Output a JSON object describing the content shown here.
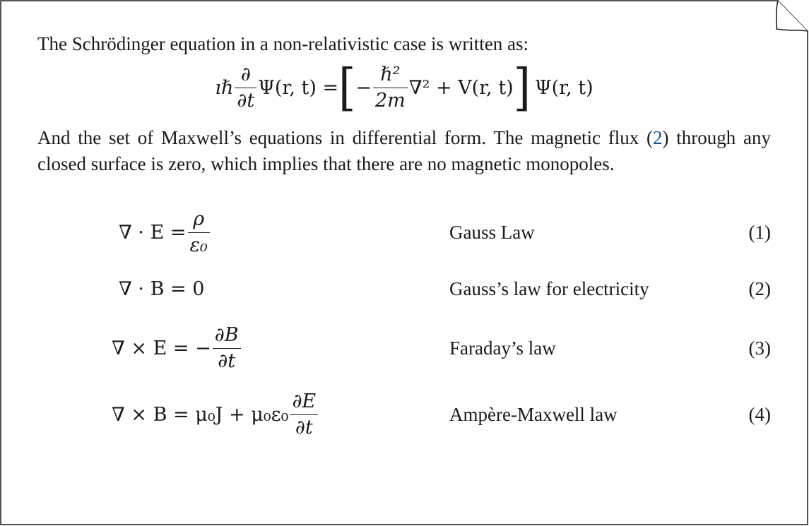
{
  "intro_text": "The Schrödinger equation in a non-relativistic case is written as:",
  "schrodinger": {
    "lhs_prefix": "ıℏ",
    "d_num": "∂",
    "d_den": "∂t",
    "psi_lhs": "Ψ(r, t) =",
    "hbar_sq": "ℏ²",
    "two_m": "2m",
    "minus": "−",
    "laplacian": "∇² + V(r, t)",
    "psi_rhs": "Ψ(r, t)"
  },
  "body_text_1": "And the set of Maxwell’s equations in differential form. The magnetic flux (",
  "body_ref": "2",
  "body_text_2": ") through any closed surface is zero, which implies that there are no magnetic monopoles.",
  "equations": [
    {
      "lhs": "∇ · E =",
      "num": "ρ",
      "den": "ε₀",
      "label": "Gauss Law",
      "number": "(1)"
    },
    {
      "lhs": "∇ · B = 0",
      "label": "Gauss’s law for electricity",
      "number": "(2)"
    },
    {
      "lhs": "∇ × E = −",
      "num": "∂B",
      "den": "∂t",
      "label": "Faraday’s law",
      "number": "(3)"
    },
    {
      "lhs": "∇ × B = μ₀J + μ₀ε₀",
      "num": "∂E",
      "den": "∂t",
      "label": "Ampère-Maxwell law",
      "number": "(4)"
    }
  ]
}
